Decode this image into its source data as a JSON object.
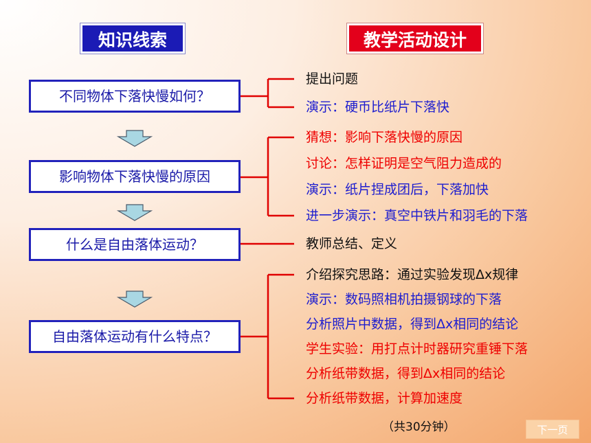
{
  "headers": {
    "left": "知识线索",
    "right": "教学活动设计"
  },
  "colors": {
    "black": "#111111",
    "blue": "#1d1dcf",
    "red": "#ee0000",
    "box_border": "#2222bb",
    "connector": "#e00000",
    "arrow_fill": "#a9d7e3"
  },
  "boxes": [
    "不同物体下落快慢如何？",
    "影响物体下落快慢的原因",
    "什么是自由落体运动？",
    "自由落体运动有什么特点？"
  ],
  "groups": [
    {
      "items": [
        {
          "text": "提出问题",
          "color": "black"
        },
        {
          "text": "演示：硬币比纸片下落快",
          "color": "blue"
        }
      ]
    },
    {
      "items": [
        {
          "text": "猜想：影响下落快慢的原因",
          "color": "red"
        },
        {
          "text": "讨论：怎样证明是空气阻力造成的",
          "color": "red"
        },
        {
          "text": "演示：纸片捏成团后，下落加快",
          "color": "blue"
        },
        {
          "text": "进一步演示：真空中铁片和羽毛的下落",
          "color": "blue"
        }
      ]
    },
    {
      "items": [
        {
          "text": "教师总结、定义",
          "color": "black"
        }
      ]
    },
    {
      "items": [
        {
          "text": "介绍探究思路：通过实验发现Δx规律",
          "color": "black"
        },
        {
          "text": "演示：数码照相机拍摄钢球的下落",
          "color": "blue"
        },
        {
          "text": "分析照片中数据，得到Δx相同的结论",
          "color": "blue"
        },
        {
          "text": "学生实验：用打点计时器研究重锤下落",
          "color": "red"
        },
        {
          "text": "分析纸带数据，得到Δx相同的结论",
          "color": "red"
        },
        {
          "text": "分析纸带数据，计算加速度",
          "color": "red"
        }
      ]
    }
  ],
  "footer": {
    "note": "（共30分钟）",
    "next_page": "下一页"
  }
}
